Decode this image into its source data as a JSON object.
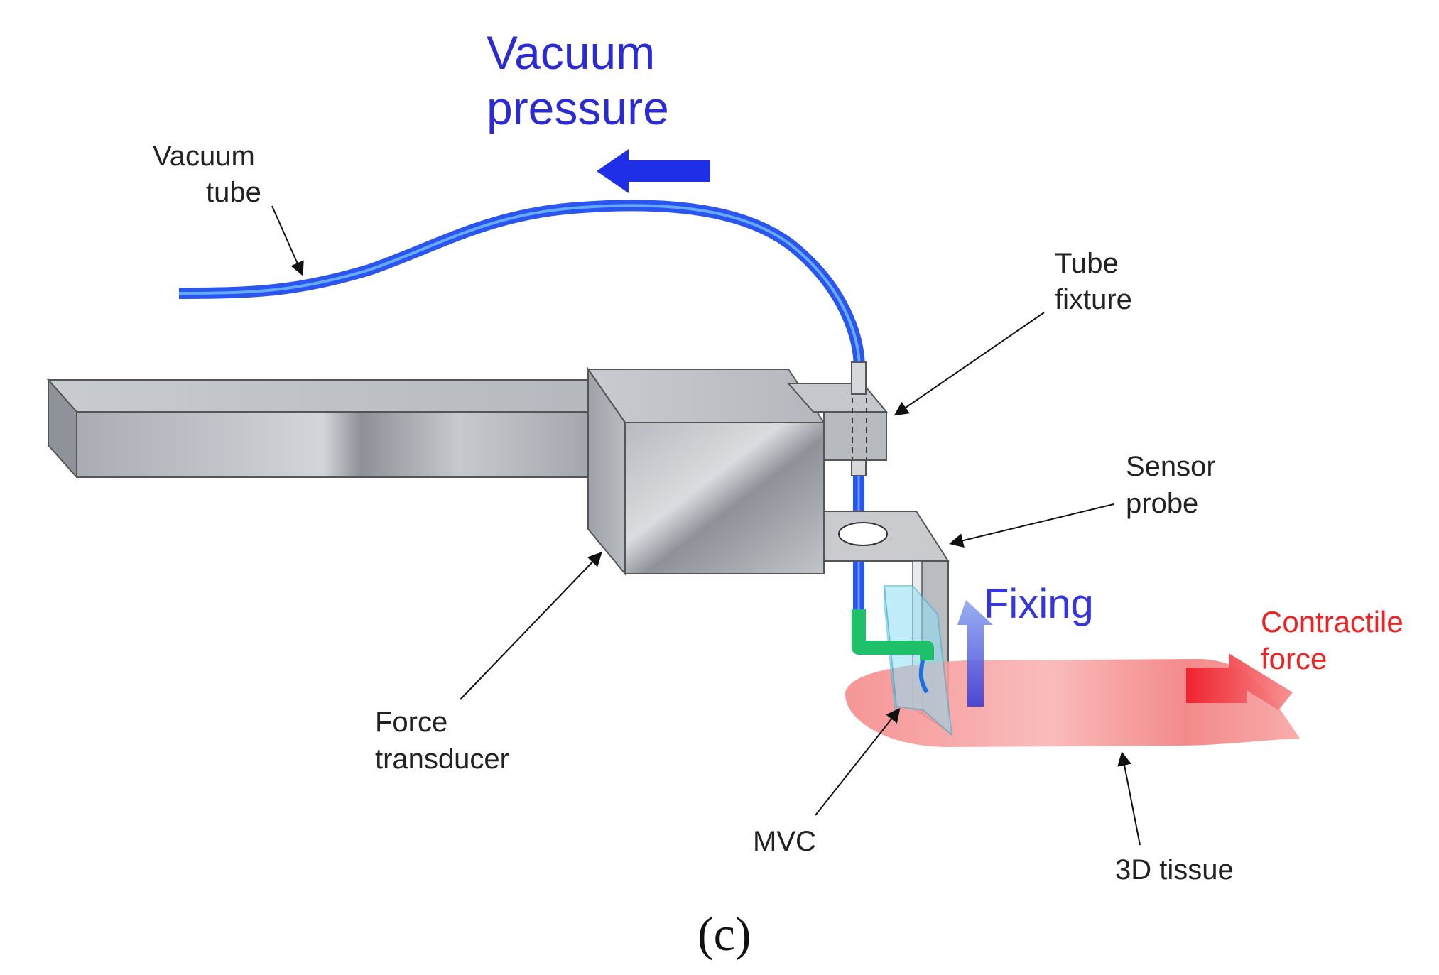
{
  "labels": {
    "vacuum_pressure": [
      "Vacuum",
      "pressure"
    ],
    "vacuum_tube": [
      "Vacuum",
      "tube"
    ],
    "tube_fixture": [
      "Tube",
      "fixture"
    ],
    "sensor_probe": [
      "Sensor",
      "probe"
    ],
    "fixing": "Fixing",
    "contractile_force": [
      "Contractile",
      "force"
    ],
    "force_transducer": [
      "Force",
      "transducer"
    ],
    "mvc": "MVC",
    "tissue": "3D tissue",
    "panel": "(c)"
  },
  "colors": {
    "vacuum_text": "#2b2bd6",
    "tube": "#2a5ff0",
    "tube_highlight": "#7fd0ff",
    "metal": "#b8bcc2",
    "connector": "#1fc06a",
    "mvc": "#7fd8f0",
    "tissue": "#f58a8a",
    "contractile": "#ee2222"
  }
}
